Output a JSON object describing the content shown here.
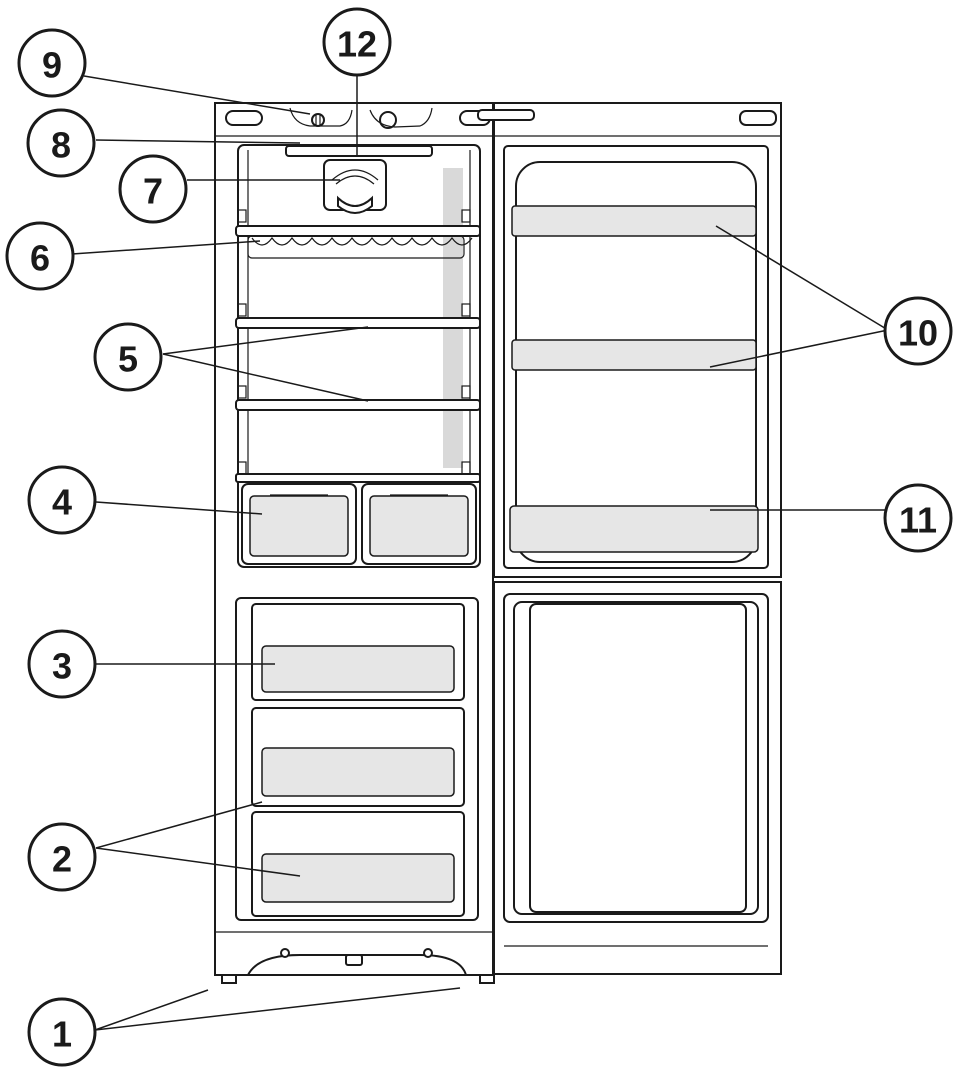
{
  "diagram": {
    "callouts": [
      {
        "id": "c1",
        "label": "1"
      },
      {
        "id": "c2",
        "label": "2"
      },
      {
        "id": "c3",
        "label": "3"
      },
      {
        "id": "c4",
        "label": "4"
      },
      {
        "id": "c5",
        "label": "5"
      },
      {
        "id": "c6",
        "label": "6"
      },
      {
        "id": "c7",
        "label": "7"
      },
      {
        "id": "c8",
        "label": "8"
      },
      {
        "id": "c9",
        "label": "9"
      },
      {
        "id": "c10",
        "label": "10"
      },
      {
        "id": "c11",
        "label": "11"
      },
      {
        "id": "c12",
        "label": "12"
      }
    ]
  }
}
